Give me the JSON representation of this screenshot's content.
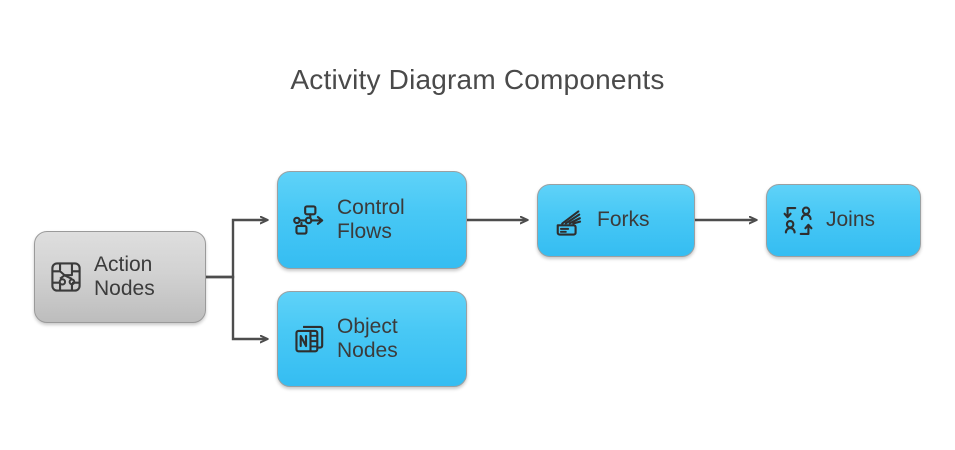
{
  "page": {
    "title": "Activity Diagram Components",
    "background_color": "#ffffff",
    "title_color": "#4a4a4a"
  },
  "theme": {
    "accent_blue": "#45c7f5",
    "blue_gradient_top": "#5fd2f8",
    "blue_gradient_bottom": "#35bdf2",
    "grey_gradient_top": "#dedede",
    "grey_gradient_bottom": "#bdbdbd",
    "node_border": "#9a9a9a",
    "connector_color": "#4d4d4d",
    "text_color": "#3b3b3b"
  },
  "diagram": {
    "type": "flow",
    "nodes": [
      {
        "id": "action-nodes",
        "label": "Action\nNodes",
        "style": "grey",
        "icon": "network-chip-icon"
      },
      {
        "id": "control-flows",
        "label": "Control\nFlows",
        "style": "blue",
        "icon": "flow-branch-icon"
      },
      {
        "id": "object-nodes",
        "label": "Object\nNodes",
        "style": "blue",
        "icon": "notebook-n-icon"
      },
      {
        "id": "forks",
        "label": "Forks",
        "style": "blue",
        "icon": "fan-reveal-icon"
      },
      {
        "id": "joins",
        "label": "Joins",
        "style": "blue",
        "icon": "people-swap-icon"
      }
    ],
    "edges": [
      {
        "from": "action-nodes",
        "to": "control-flows",
        "shape": "elbow",
        "arrow": true
      },
      {
        "from": "action-nodes",
        "to": "object-nodes",
        "shape": "elbow",
        "arrow": true
      },
      {
        "from": "control-flows",
        "to": "forks",
        "shape": "straight",
        "arrow": true
      },
      {
        "from": "forks",
        "to": "joins",
        "shape": "straight",
        "arrow": true
      }
    ]
  }
}
